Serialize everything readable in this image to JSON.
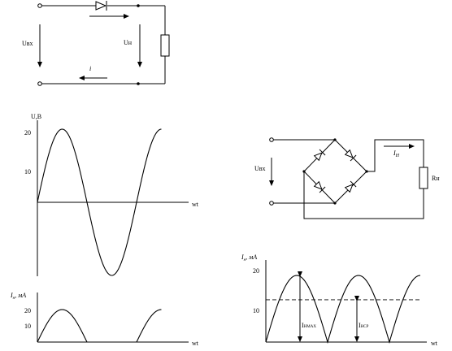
{
  "top_circuit": {
    "u_in_label": "Uвх",
    "u_load_label": "Uн",
    "current_label": "i"
  },
  "voltage_chart": {
    "ylabel": "U,B",
    "ytick_20": "20",
    "ytick_10": "10",
    "xlabel": "wt"
  },
  "halfwave_chart": {
    "ylabel_main": "I",
    "ylabel_sub": "н",
    "ylabel_unit": ", мА",
    "ytick_20": "20",
    "ytick_10": "10",
    "xlabel": "wt"
  },
  "bridge_circuit": {
    "u_in_label": "Uвх",
    "current_main": "I",
    "current_sub": "H",
    "load_label": "Rн"
  },
  "fullwave_chart": {
    "ylabel_main": "I",
    "ylabel_sub": "н",
    "ylabel_unit": ", мА",
    "ytick_20": "20",
    "ytick_10": "10",
    "xlabel": "wt",
    "imax_main": "I",
    "imax_sub": "HMAX",
    "iavg_main": "I",
    "iavg_sub": "HCP"
  },
  "chart_data": [
    {
      "type": "line",
      "ylabel": "U,B",
      "xlabel": "wt",
      "yticks": [
        10,
        20
      ],
      "series": [
        {
          "values": [
            0,
            20,
            0,
            -20,
            0,
            20
          ],
          "x": [
            0,
            0.25,
            0.5,
            0.75,
            1.0,
            1.25
          ]
        }
      ]
    },
    {
      "type": "line",
      "ylabel": "Iн, мА",
      "xlabel": "wt",
      "yticks": [
        10,
        20
      ],
      "series": [
        {
          "values": [
            0,
            20,
            0,
            0,
            0,
            20
          ],
          "x": [
            0,
            0.25,
            0.5,
            0.75,
            1.0,
            1.25
          ]
        }
      ]
    },
    {
      "type": "line",
      "ylabel": "Iн, мА",
      "xlabel": "wt",
      "yticks": [
        10,
        20
      ],
      "series": [
        {
          "values": [
            0,
            20,
            0,
            20,
            0,
            20
          ],
          "x": [
            0,
            0.25,
            0.5,
            0.75,
            1.0,
            1.25
          ]
        }
      ],
      "reference_line": 12.7,
      "annotations": [
        "IHMAX",
        "IHCP"
      ]
    }
  ]
}
